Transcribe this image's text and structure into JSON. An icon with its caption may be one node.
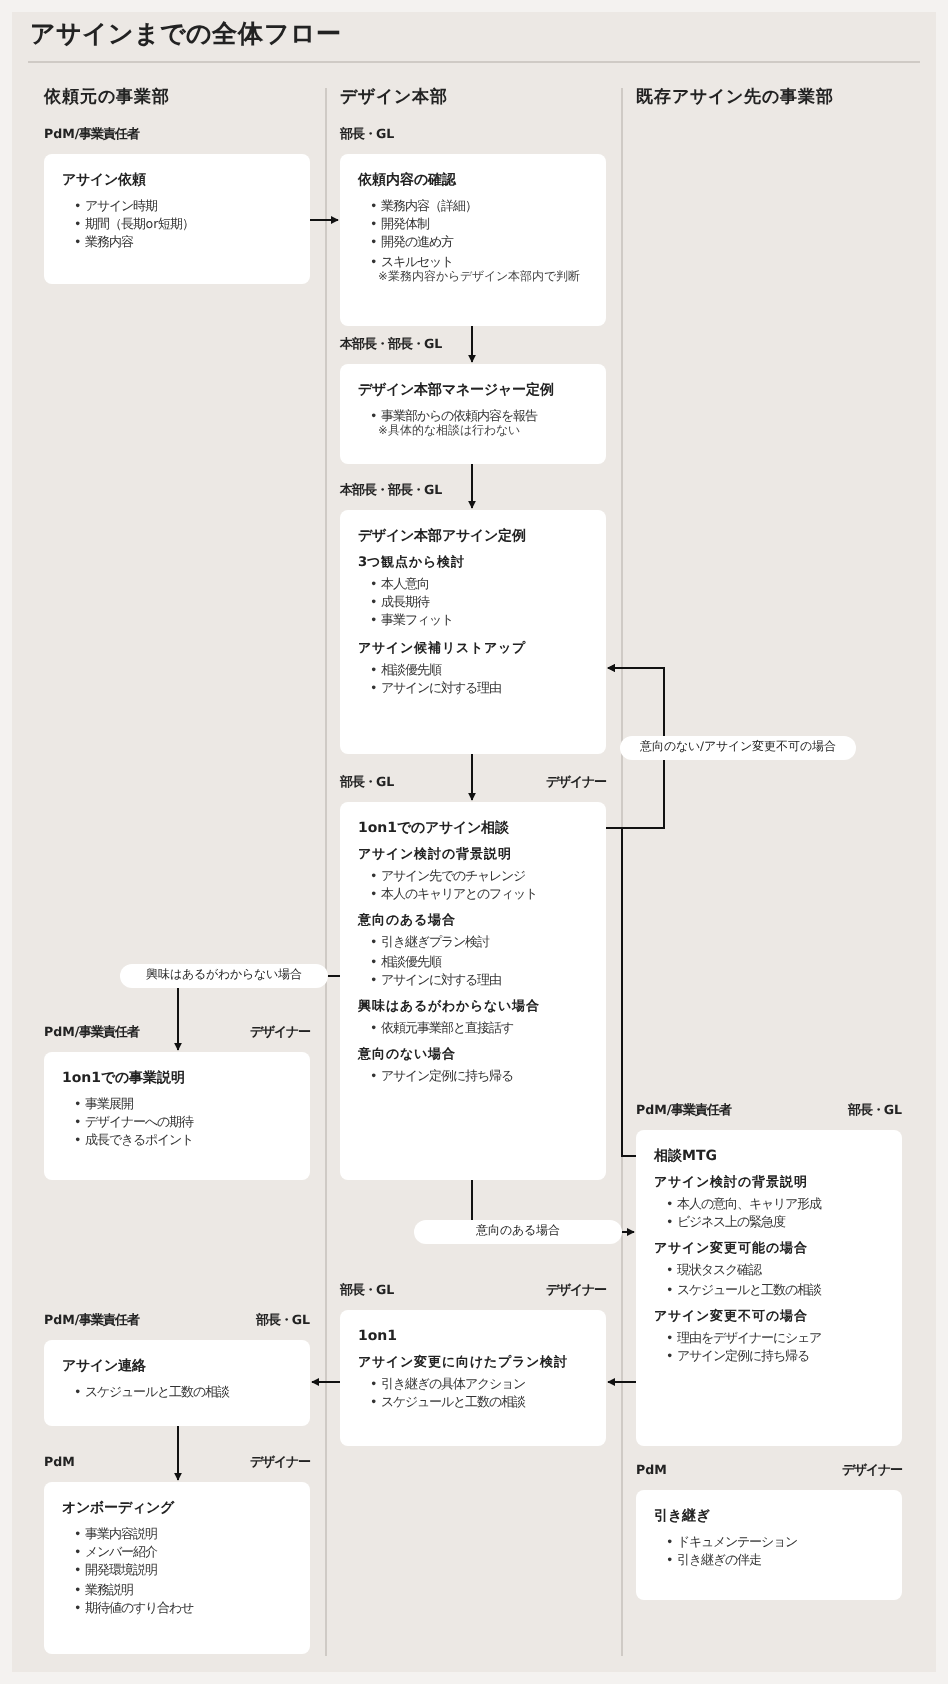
{
  "diagram": {
    "title": "アサインまでの全体フロー",
    "nodes": [
      {
        "text": [
          "アサイン依頼",
          "• アサイン時期",
          "• 期間（長期or短期）",
          "• 業務内容"
        ],
        "beside": [
          "PdM/事業責任者"
        ]
      },
      {
        "text": [
          "依頼内容の確認",
          "• 業務内容（詳細）",
          "• 開発体制",
          "• 開発の進め方",
          "• スキルセット",
          "※業務内容からデザイン本部内で判断"
        ],
        "beside": [
          "部長・GL"
        ]
      },
      {
        "text": [
          "デザイン本部マネージャー定例",
          "• 事業部からの依頼内容を報告",
          "※具体的な相談は行わない"
        ],
        "beside": [
          "本部長・部長・GL"
        ]
      },
      {
        "text": [
          "デザイン本部アサイン定例",
          "3つ観点から検討",
          "• 本人意向",
          "• 成長期待",
          "• 事業フィット",
          "アサイン候補リストアップ",
          "• 相談優先順",
          "• アサインに対する理由"
        ],
        "beside": [
          "本部長・部長・GL"
        ]
      },
      {
        "text": [
          "1on1でのアサイン相談",
          "アサイン検討の背景説明",
          "• アサイン先でのチャレンジ",
          "• 本人のキャリアとのフィット",
          "意向のある場合",
          "• 引き継ぎプラン検討",
          "• 相談優先順",
          "• アサインに対する理由",
          "興味はあるがわからない場合",
          "• 依頼元事業部と直接話す",
          "意向のない場合",
          "• アサイン定例に持ち帰る"
        ],
        "beside": [
          "部長・GL",
          "デザイナー"
        ]
      },
      {
        "text": [
          "1on1での事業説明",
          "• 事業展開",
          "• デザイナーへの期待",
          "• 成長できるポイント"
        ],
        "beside": [
          "PdM/事業責任者",
          "デザイナー"
        ]
      },
      {
        "text": [
          "相談MTG",
          "アサイン検討の背景説明",
          "• 本人の意向、キャリア形成",
          "• ビジネス上の緊急度",
          "アサイン変更可能の場合",
          "• 現状タスク確認",
          "• スケジュールと工数の相談",
          "アサイン変更不可の場合",
          "• 理由をデザイナーにシェア",
          "• アサイン定例に持ち帰る"
        ],
        "beside": [
          "PdM/事業責任者",
          "部長・GL"
        ]
      },
      {
        "text": [
          "1on1",
          "アサイン変更に向けたプラン検討",
          "• 引き継ぎの具体アクション",
          "• スケジュールと工数の相談"
        ],
        "beside": [
          "部長・GL",
          "デザイナー"
        ]
      },
      {
        "text": [
          "アサイン連絡",
          "• スケジュールと工数の相談"
        ],
        "beside": [
          "PdM/事業責任者",
          "部長・GL"
        ]
      },
      {
        "text": [
          "オンボーディング",
          "• 事業内容説明",
          "• メンバー紹介",
          "• 開発環境説明",
          "• 業務説明",
          "• 期待値のすり合わせ"
        ],
        "beside": [
          "PdM",
          "デザイナー"
        ]
      },
      {
        "text": [
          "引き継ぎ",
          "• ドキュメンテーション",
          "• 引き継ぎの伴走"
        ],
        "beside": [
          "PdM",
          "デザイナー"
        ]
      }
    ],
    "edges": [
      {
        "from": 0,
        "to": 1,
        "arrow": "to"
      },
      {
        "from": 1,
        "to": 2,
        "arrow": "to"
      },
      {
        "from": 2,
        "to": 3,
        "arrow": "to"
      },
      {
        "from": 3,
        "to": 4,
        "arrow": "to"
      },
      {
        "from": 4,
        "to": 3,
        "arrow": "to",
        "label": "意向のない/アサイン変更不可の場合"
      },
      {
        "from": 6,
        "to": 3,
        "arrow": "to"
      },
      {
        "from": 4,
        "to": 5,
        "arrow": "to",
        "label": "興味はあるがわからない場合"
      },
      {
        "from": 4,
        "to": 6,
        "arrow": "to",
        "label": "意向のある場合"
      },
      {
        "from": 6,
        "to": 7,
        "arrow": "to"
      },
      {
        "from": 7,
        "to": 8,
        "arrow": "to"
      },
      {
        "from": 8,
        "to": 9,
        "arrow": "to"
      }
    ],
    "labels": [
      "依頼元の事業部",
      "デザイン本部",
      "既存アサイン先の事業部"
    ]
  }
}
